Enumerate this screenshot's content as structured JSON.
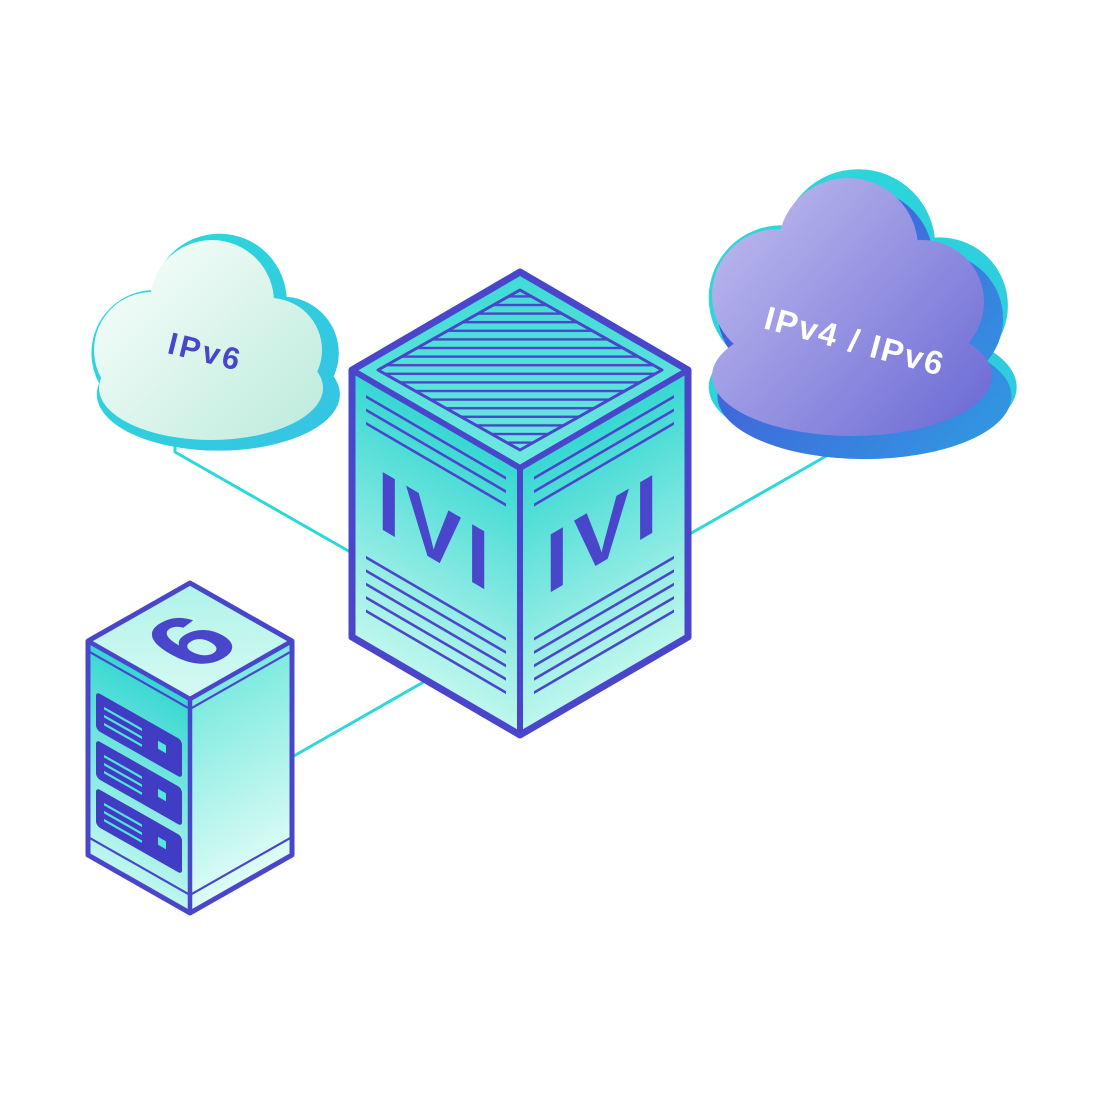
{
  "diagram": {
    "nodes": {
      "ipv6_cloud": {
        "label": "IPv6"
      },
      "ipv4_ipv6_cloud": {
        "label": "IPv4 / IPv6"
      },
      "ivi_translator": {
        "left_face_label": "IVI",
        "right_face_label": "IVI"
      },
      "ipv6_server": {
        "label": "6"
      }
    },
    "palette": {
      "teal": "#2BD9D9",
      "indigo": "#4946CB",
      "blue": "#4653D8",
      "purple": "#8583DC",
      "mint": "#C6EEDF",
      "white": "#FFFFFF",
      "face_teal": "#36D7D2",
      "face_light": "#BFF7ED"
    }
  }
}
